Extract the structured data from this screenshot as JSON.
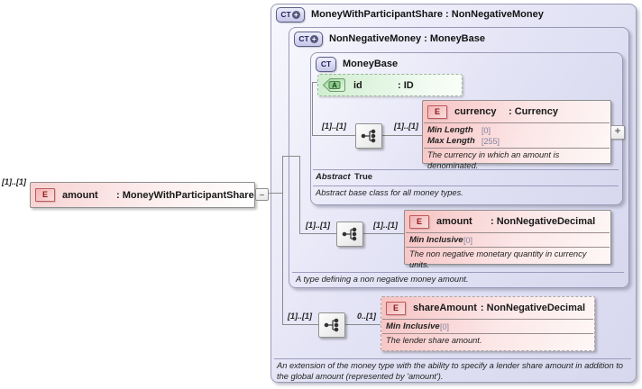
{
  "badges": {
    "complex_type": "CT",
    "attribute": "A",
    "element": "E",
    "plus": "+",
    "expand": "+"
  },
  "source_element": {
    "cardinality": "[1]..[1]",
    "name": "amount",
    "type": ": MoneyWithParticipantShare"
  },
  "outer_type": {
    "title": "MoneyWithParticipantShare : NonNegativeMoney",
    "description": "An extension of the money type with the ability to specify a lender share amount in addition to the global amount (represented by 'amount')."
  },
  "middle_type": {
    "title": "NonNegativeMoney : MoneyBase",
    "description": "A type defining a non negative money amount."
  },
  "base_type": {
    "title": "MoneyBase",
    "abstract_label": "Abstract",
    "abstract_value": "True",
    "description": "Abstract base class for all money types."
  },
  "attribute_id": {
    "name": "id",
    "type": ": ID"
  },
  "element_currency": {
    "name": "currency",
    "type": ": Currency",
    "facets": [
      {
        "label": "Min Length",
        "value": "[0]"
      },
      {
        "label": "Max Length",
        "value": "[255]"
      }
    ],
    "description": "The currency in which an amount is denominated."
  },
  "element_amount": {
    "name": "amount",
    "type": ": NonNegativeDecimal",
    "facets": [
      {
        "label": "Min Inclusive",
        "value": "[0]"
      }
    ],
    "description": "The non negative monetary quantity in currency units."
  },
  "element_shareAmount": {
    "name": "shareAmount",
    "type": ": NonNegativeDecimal",
    "facets": [
      {
        "label": "Min Inclusive",
        "value": "[0]"
      }
    ],
    "description": "The lender share amount."
  },
  "connectors": {
    "seq1_left": "[1]..[1]",
    "seq1_right": "[1]..[1]",
    "seq2_left": "[1]..[1]",
    "seq2_right": "[1]..[1]",
    "seq3_left": "[1]..[1]",
    "seq3_right": "0..[1]"
  },
  "colors": {
    "element_pink": "#f7c2c2",
    "attribute_green": "#cfedcf",
    "container_lavender": "#e4e4f6",
    "badge_navy": "#20205c",
    "element_border_red": "#c05959",
    "facet_value_gray": "#8080a0",
    "line_gray": "#8a8a8a"
  }
}
